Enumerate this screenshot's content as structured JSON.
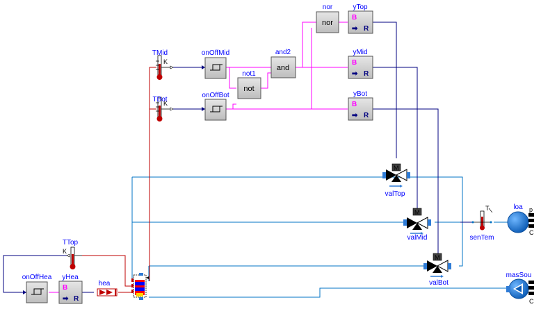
{
  "labels": {
    "nor": "nor",
    "yTop": "yTop",
    "TMid": "TMid",
    "onOffMid": "onOffMid",
    "and2": "and2",
    "not1": "not1",
    "yMid": "yMid",
    "TBot": "TBot",
    "onOffBot": "onOffBot",
    "yBot": "yBot",
    "valTop": "valTop",
    "valMid": "valMid",
    "valBot": "valBot",
    "senTem": "senTem",
    "loa": "loa",
    "TTop": "TTop",
    "onOffHea": "onOffHea",
    "yHea": "yHea",
    "hea": "hea",
    "masSou": "masSou"
  },
  "blocks": {
    "nor_text": "nor",
    "and_text": "and",
    "not_text": "not"
  },
  "glyphs": {
    "boolean_port": "B",
    "real_port": "R",
    "sensor_unit": "K",
    "temperature_symbol": "T",
    "valve_port": "M",
    "port_p": "p",
    "port_c": "C"
  },
  "colors": {
    "boolean_line": "#ff00ff",
    "real_line": "#000080",
    "fluid_line": "#0073c4",
    "heat_line": "#bf0000",
    "label": "#0000ff"
  }
}
